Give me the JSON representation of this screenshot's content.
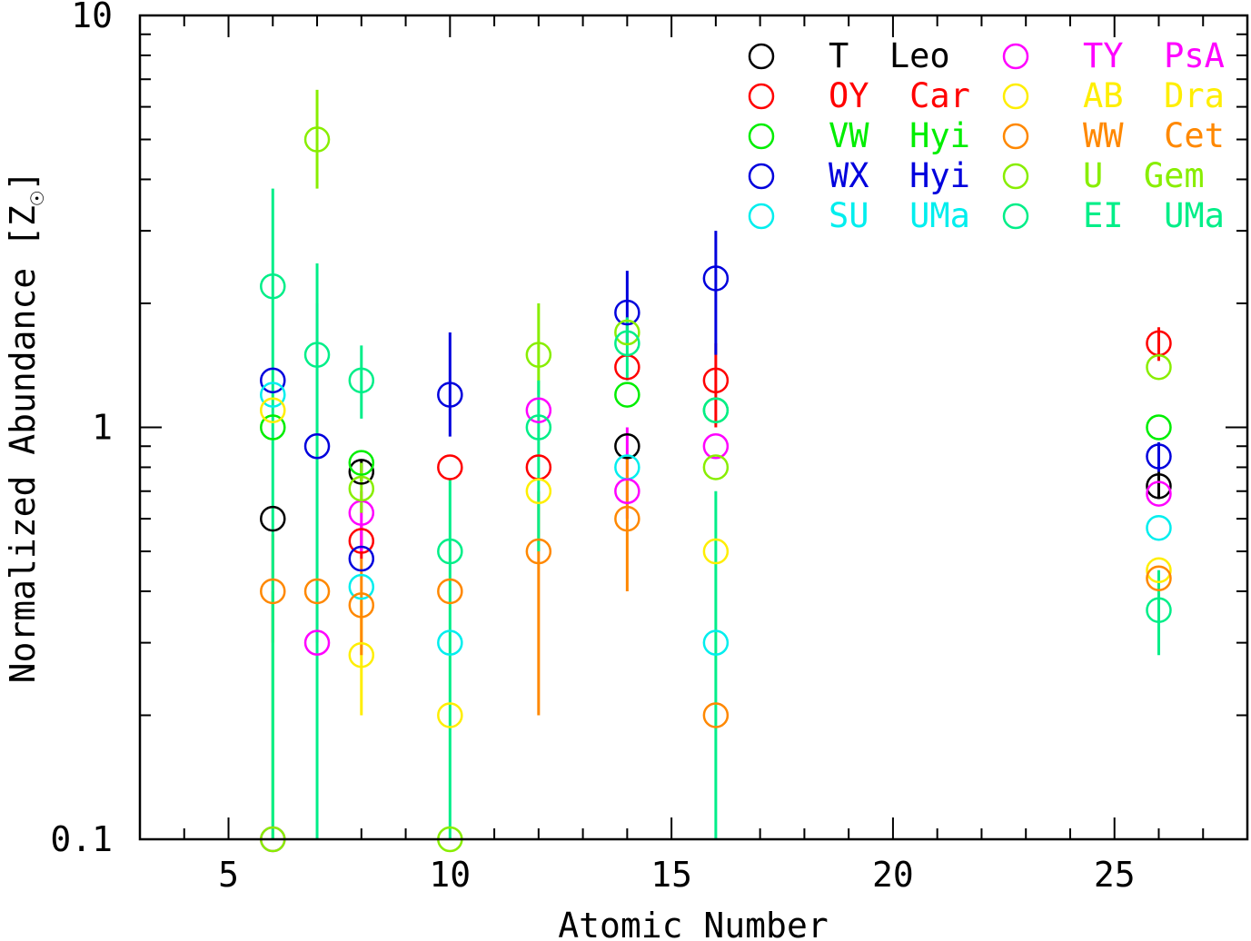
{
  "chart_data": {
    "type": "scatter",
    "title": "",
    "xlabel": "Atomic Number",
    "ylabel_text": "Normalized Abundance [Z",
    "ylabel_close": "]",
    "xlim": [
      3,
      28
    ],
    "ylim": [
      0.1,
      10
    ],
    "yscale": "log",
    "x_ticks": [
      5,
      10,
      15,
      20,
      25
    ],
    "x_tick_labels": [
      "5",
      "10",
      "15",
      "20",
      "25"
    ],
    "y_ticks": [
      0.1,
      1,
      10
    ],
    "y_tick_labels": [
      "0.1",
      "1",
      "10"
    ],
    "grid": false,
    "legend_position": "top-right",
    "series": [
      {
        "name": "T Leo",
        "color": "#000000",
        "points": [
          {
            "x": 6,
            "y": 0.6
          },
          {
            "x": 8,
            "y": 0.78,
            "ylo": 0.74,
            "yhi": 0.83
          },
          {
            "x": 14,
            "y": 0.9
          },
          {
            "x": 26,
            "y": 0.72,
            "ylo": 0.67,
            "yhi": 0.78
          }
        ]
      },
      {
        "name": "OY Car",
        "color": "#ff0000",
        "points": [
          {
            "x": 8,
            "y": 0.53,
            "ylo": 0.48,
            "yhi": 0.58
          },
          {
            "x": 10,
            "y": 0.8
          },
          {
            "x": 12,
            "y": 0.8
          },
          {
            "x": 14,
            "y": 1.4
          },
          {
            "x": 16,
            "y": 1.3,
            "ylo": 1.0,
            "yhi": 1.6
          },
          {
            "x": 26,
            "y": 1.6,
            "ylo": 1.45,
            "yhi": 1.75
          }
        ]
      },
      {
        "name": "VW Hyi",
        "color": "#00ee00",
        "points": [
          {
            "x": 6,
            "y": 1.0
          },
          {
            "x": 8,
            "y": 0.82
          },
          {
            "x": 14,
            "y": 1.2
          },
          {
            "x": 16,
            "y": 1.1
          },
          {
            "x": 26,
            "y": 1.0
          }
        ]
      },
      {
        "name": "WX Hyi",
        "color": "#0000dd",
        "points": [
          {
            "x": 6,
            "y": 1.3
          },
          {
            "x": 7,
            "y": 0.9
          },
          {
            "x": 8,
            "y": 0.48
          },
          {
            "x": 10,
            "y": 1.2,
            "ylo": 0.95,
            "yhi": 1.7
          },
          {
            "x": 14,
            "y": 1.9,
            "ylo": 1.6,
            "yhi": 2.4
          },
          {
            "x": 16,
            "y": 2.3,
            "ylo": 1.5,
            "yhi": 3.0
          },
          {
            "x": 26,
            "y": 0.85,
            "ylo": 0.78,
            "yhi": 0.92
          }
        ]
      },
      {
        "name": "SU UMa",
        "color": "#00eeee",
        "points": [
          {
            "x": 6,
            "y": 1.2
          },
          {
            "x": 8,
            "y": 0.41
          },
          {
            "x": 10,
            "y": 0.3
          },
          {
            "x": 14,
            "y": 0.8
          },
          {
            "x": 16,
            "y": 0.3
          },
          {
            "x": 26,
            "y": 0.57
          }
        ]
      },
      {
        "name": "TY PsA",
        "color": "#ff00ff",
        "points": [
          {
            "x": 6,
            "y": 0.1
          },
          {
            "x": 7,
            "y": 0.3,
            "ylo": 0.3,
            "yhi": 2.0
          },
          {
            "x": 8,
            "y": 0.62,
            "ylo": 0.5,
            "yhi": 0.7
          },
          {
            "x": 12,
            "y": 1.1
          },
          {
            "x": 14,
            "y": 0.7,
            "ylo": 0.6,
            "yhi": 1.0
          },
          {
            "x": 16,
            "y": 0.9
          },
          {
            "x": 26,
            "y": 0.69
          }
        ]
      },
      {
        "name": "AB Dra",
        "color": "#ffee00",
        "points": [
          {
            "x": 6,
            "y": 1.1
          },
          {
            "x": 8,
            "y": 0.28,
            "ylo": 0.2,
            "yhi": 0.38
          },
          {
            "x": 10,
            "y": 0.2
          },
          {
            "x": 12,
            "y": 0.7
          },
          {
            "x": 16,
            "y": 0.5
          },
          {
            "x": 26,
            "y": 0.45
          }
        ]
      },
      {
        "name": "WW Cet",
        "color": "#ff8800",
        "points": [
          {
            "x": 6,
            "y": 0.4,
            "ylo": 0.3,
            "yhi": 0.55
          },
          {
            "x": 7,
            "y": 0.4
          },
          {
            "x": 8,
            "y": 0.37,
            "ylo": 0.28,
            "yhi": 0.48
          },
          {
            "x": 10,
            "y": 0.4
          },
          {
            "x": 12,
            "y": 0.5,
            "ylo": 0.2,
            "yhi": 0.7
          },
          {
            "x": 14,
            "y": 0.6,
            "ylo": 0.4,
            "yhi": 0.85
          },
          {
            "x": 16,
            "y": 0.2
          },
          {
            "x": 26,
            "y": 0.43
          }
        ]
      },
      {
        "name": "U Gem",
        "color": "#88ee00",
        "points": [
          {
            "x": 6,
            "y": 0.1,
            "ylo": 0.1,
            "yhi": 0.4
          },
          {
            "x": 7,
            "y": 5.0,
            "ylo": 3.8,
            "yhi": 6.6
          },
          {
            "x": 8,
            "y": 0.71,
            "ylo": 0.62,
            "yhi": 0.82
          },
          {
            "x": 10,
            "y": 0.1
          },
          {
            "x": 12,
            "y": 1.5,
            "ylo": 1.2,
            "yhi": 2.0
          },
          {
            "x": 14,
            "y": 1.7
          },
          {
            "x": 16,
            "y": 0.8
          },
          {
            "x": 26,
            "y": 1.4
          }
        ]
      },
      {
        "name": "EI UMa",
        "color": "#00ee88",
        "points": [
          {
            "x": 6,
            "y": 2.2,
            "ylo": 0.1,
            "yhi": 3.8
          },
          {
            "x": 7,
            "y": 1.5,
            "ylo": 0.1,
            "yhi": 2.5
          },
          {
            "x": 8,
            "y": 1.3,
            "ylo": 1.05,
            "yhi": 1.58
          },
          {
            "x": 10,
            "y": 0.5,
            "ylo": 0.1,
            "yhi": 0.75
          },
          {
            "x": 12,
            "y": 1.0,
            "ylo": 0.5,
            "yhi": 1.3
          },
          {
            "x": 14,
            "y": 1.6,
            "ylo": 1.3,
            "yhi": 1.85
          },
          {
            "x": 16,
            "y": 1.1,
            "ylo": 0.1,
            "yhi": 0.7
          },
          {
            "x": 26,
            "y": 0.36,
            "ylo": 0.28,
            "yhi": 0.45
          }
        ]
      }
    ]
  }
}
